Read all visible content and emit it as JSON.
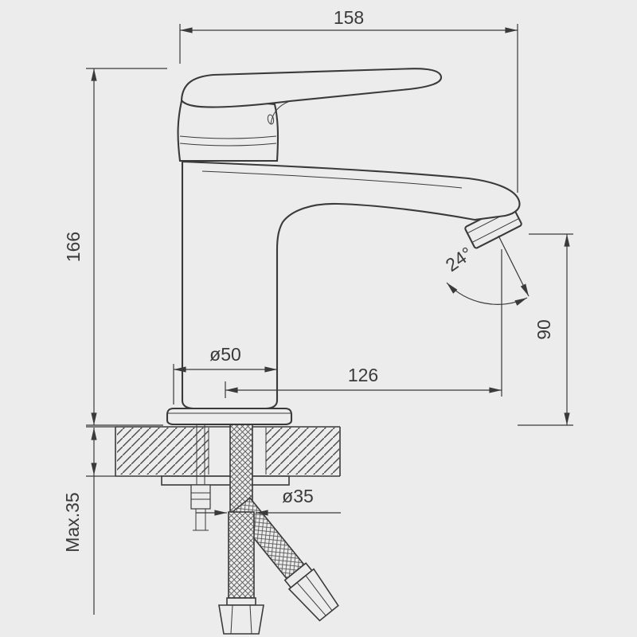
{
  "canvas": {
    "background": "#ececec",
    "line_color": "#3a3a3a"
  },
  "drawing": {
    "subject": "single-lever basin faucet with mounting shank and supply hoses, side elevation technical drawing",
    "labels": {
      "overall_width": "158",
      "overall_height": "166",
      "base_diameter": "ø50",
      "spout_reach": "126",
      "stream_angle": "24°",
      "spout_height": "90",
      "max_deck_thickness": "Max.35",
      "mounting_hole_diameter": "ø35"
    }
  }
}
